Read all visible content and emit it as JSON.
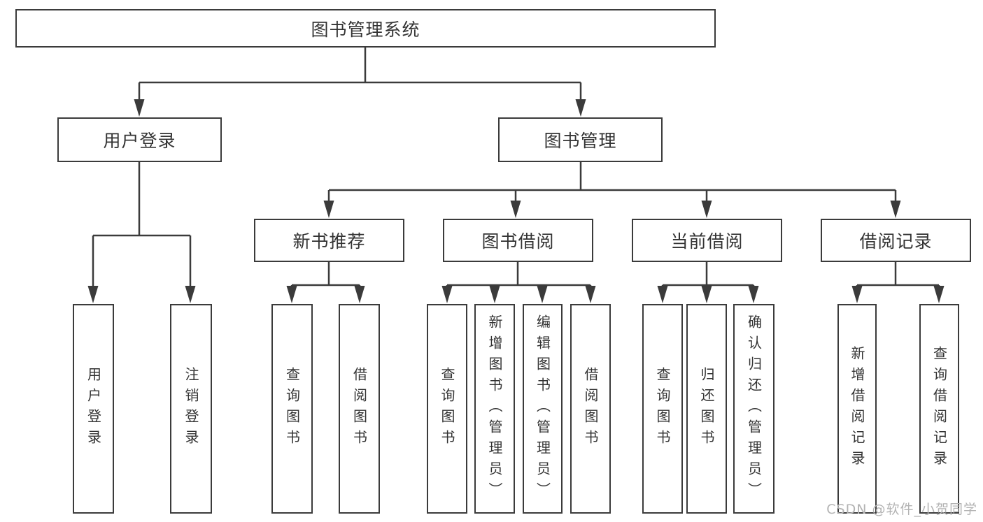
{
  "colors": {
    "background": "#ffffff",
    "line": "#3b3b3b",
    "border": "#3b3b3b",
    "text": "#333333",
    "watermark": "#b3b3b3"
  },
  "diagram": {
    "type": "hierarchy-tree",
    "root_label": "图书管理系统"
  },
  "nodes": {
    "root": {
      "label": "图书管理系统"
    },
    "user_login": {
      "label": "用户登录"
    },
    "book_management": {
      "label": "图书管理"
    },
    "new_book_recommend": {
      "label": "新书推荐"
    },
    "book_borrow": {
      "label": "图书借阅"
    },
    "current_borrow": {
      "label": "当前借阅"
    },
    "borrow_records": {
      "label": "借阅记录"
    },
    "user_login_leaf": {
      "label": "用户登录"
    },
    "logout_leaf": {
      "label": "注销登录"
    },
    "recommend_query_books": {
      "label": "查询图书"
    },
    "recommend_borrow_books": {
      "label": "借阅图书"
    },
    "borrow_query_books": {
      "label": "查询图书"
    },
    "borrow_add_books": {
      "label": "新增图书（管理员）"
    },
    "borrow_edit_books": {
      "label": "编辑图书（管理员）"
    },
    "borrow_borrow_books": {
      "label": "借阅图书"
    },
    "current_query_books": {
      "label": "查询图书"
    },
    "current_return_books": {
      "label": "归还图书"
    },
    "current_confirm_return": {
      "label": "确认归还（管理员）"
    },
    "records_add_record": {
      "label": "新增借阅记录"
    },
    "records_query_record": {
      "label": "查询借阅记录"
    }
  },
  "watermark": {
    "text": "CSDN @软件_小贺同学"
  }
}
